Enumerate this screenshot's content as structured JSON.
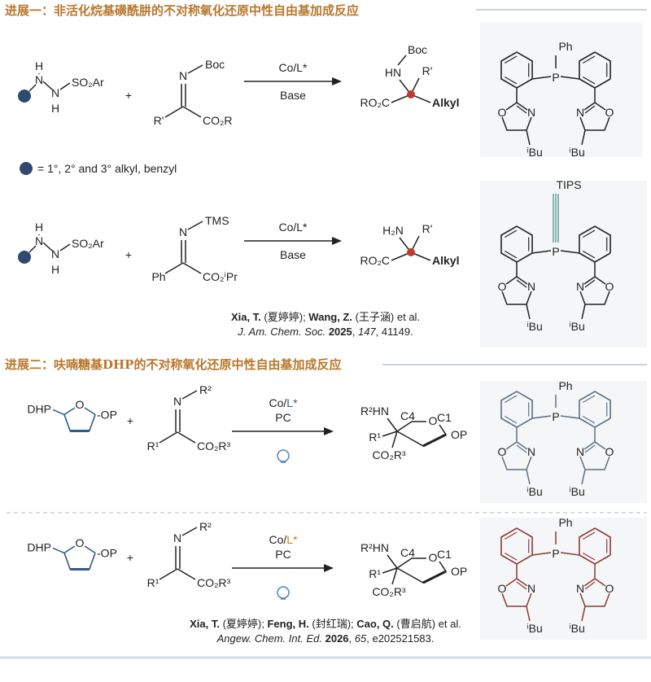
{
  "sections": [
    {
      "title": "进展一：非活化烷基磺酰肼的不对称氧化还原中性自由基加成反应"
    },
    {
      "title": "进展二：呋喃糖基DHP的不对称氧化还原中性自由基加成反应"
    }
  ],
  "atoms": {
    "H": "H",
    "N": "N",
    "O": "O",
    "P": "P",
    "Ph": "Ph",
    "iBu": "ⁱBu",
    "plus": "+",
    "SO2Ar": "SO₂Ar"
  },
  "legend": {
    "text": "= 1°, 2° and 3° alkyl, benzyl"
  },
  "reaction1": {
    "imine": {
      "N_sub": "Boc",
      "R_left": "R'",
      "R_right": "CO₂R"
    },
    "arrow": {
      "top": "Co/L*",
      "bottom": "Base"
    },
    "product": {
      "amine": "HN",
      "amine_sub": "Boc",
      "r_top": "R'",
      "r_left": "RO₂C",
      "r_right": "Alkyl"
    }
  },
  "reaction2": {
    "imine": {
      "N_sub": "TMS",
      "R_left": "Ph",
      "R_right": "CO₂ⁱPr"
    },
    "arrow": {
      "top": "Co/L*",
      "bottom": "Base"
    },
    "product": {
      "amine": "H₂N",
      "r_top": "R'",
      "r_left": "RO₂C",
      "r_right": "Alkyl"
    },
    "ligand_top": "TIPS"
  },
  "citation1": {
    "a1": "Xia, T.",
    "a1c": " (夏婷婷); ",
    "a2": "Wang, Z.",
    "a2c": " (王子涵) et al.",
    "journal": "J. Am. Chem. Soc.",
    "sp": " ",
    "year": "2025",
    "c1": ", ",
    "volume": "147",
    "pages": ", 41149."
  },
  "reaction3": {
    "substrate": {
      "dhp": "DHP",
      "op": "-OP"
    },
    "imine": {
      "N_sub": "R²",
      "R_left": "R¹",
      "R_right": "CO₂R³"
    },
    "arrow": {
      "top_a": "Co/",
      "top_b": "L*",
      "bottom": "PC"
    },
    "product": {
      "amine": "R²HN",
      "r_left": "R¹",
      "r_bottom": "CO₂R³",
      "c4": "C4",
      "c1": "C1",
      "op": "OP"
    }
  },
  "reaction4": {
    "substrate": {
      "dhp": "DHP",
      "op": "-OP"
    },
    "imine": {
      "N_sub": "R²",
      "R_left": "R¹",
      "R_right": "CO₂R³"
    },
    "arrow": {
      "top_a": "Co/",
      "top_b": "L*",
      "bottom": "PC"
    },
    "product": {
      "amine": "R²HN",
      "r_left": "R¹",
      "r_bottom": "CO₂R³",
      "c4": "C4",
      "c1": "C1",
      "op": "OP"
    }
  },
  "citation2": {
    "a1": "Xia, T.",
    "a1c": " (夏婷婷); ",
    "a2": "Feng, H.",
    "a2c": " (封红瑞); ",
    "a3": "Cao, Q.",
    "a3c": " (曹启航) et al.",
    "journal": "Angew. Chem. Int. Ed.",
    "sp": " ",
    "year": "2026",
    "c1": ", ",
    "volume": "65",
    "pages": ", e202521583."
  },
  "colors": {
    "header": "#b8772c",
    "blue": "#2f5d8a",
    "red": "#c0392b",
    "node": "#2f4a6e",
    "ligand_gray": "#5b6f86",
    "ligand_brown": "#8a3b36",
    "teal": "#3f8a86",
    "box": "#f5f6f7"
  }
}
